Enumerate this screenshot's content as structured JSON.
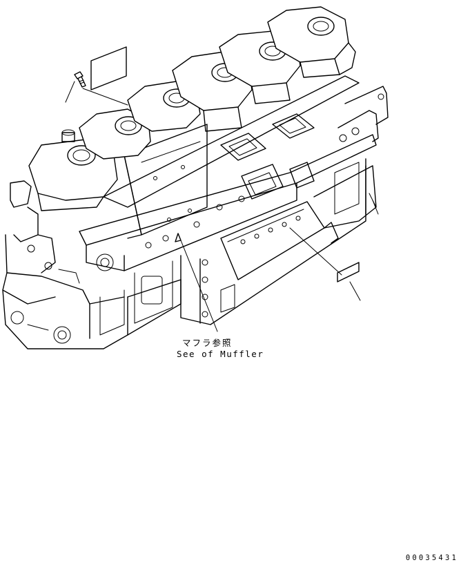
{
  "callout": {
    "japanese": "マフラ参照",
    "english": "See of Muffler"
  },
  "drawing_number": "00035431",
  "colors": {
    "line": "#000000",
    "background": "#ffffff"
  },
  "icons": [
    "engine-drawing-icon",
    "label-plate-icon",
    "bolt-icon",
    "leader-line-icon"
  ]
}
